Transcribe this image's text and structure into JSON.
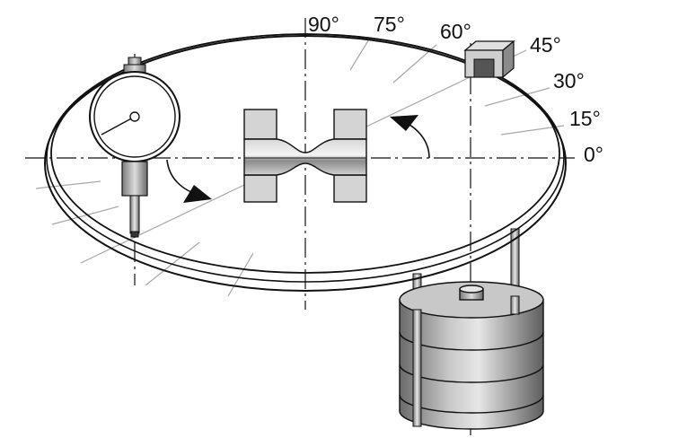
{
  "angles": {
    "a90": "90°",
    "a75": "75°",
    "a60": "60°",
    "a45": "45°",
    "a30": "30°",
    "a15": "15°",
    "a0": "0°"
  },
  "colors": {
    "line": "#111111",
    "guide": "#a8a8a8",
    "metal_dark": "#5a5a5a",
    "metal_mid": "#9a9a9a",
    "metal_light": "#e2e2e2",
    "block": "#d4d4d4"
  }
}
